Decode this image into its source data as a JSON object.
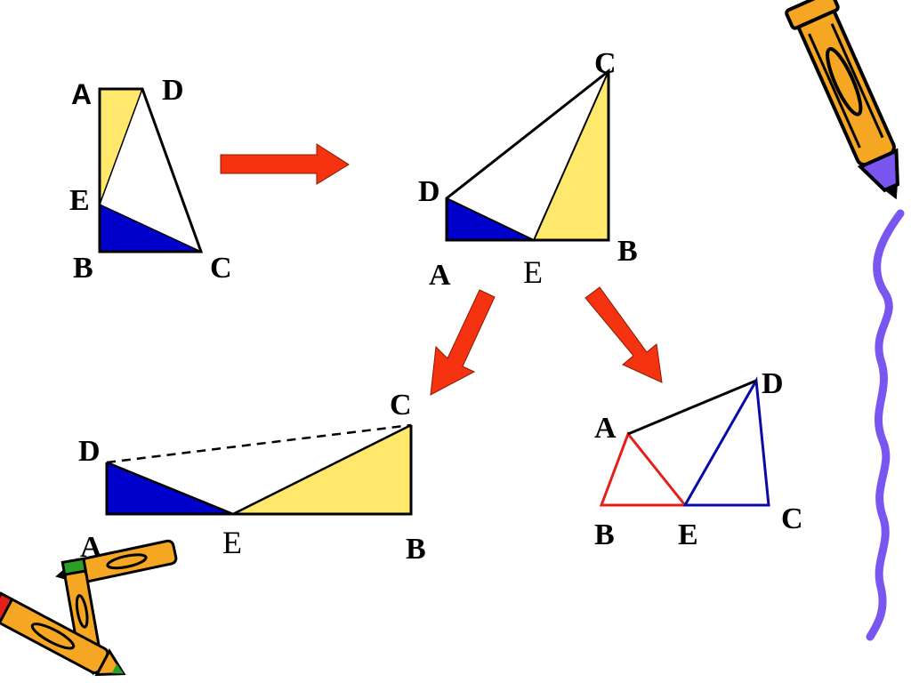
{
  "colors": {
    "yellow": "#FFE86B",
    "blue": "#0000CC",
    "arrow_red": "#F53310",
    "red_line": "#E5201A",
    "blue_line": "#0A0AA8",
    "pencil_orange": "#F5A623",
    "squiggle_purple": "#7A55F0"
  },
  "icons": {
    "top_right": "pencil-icon",
    "bottom_left": "crossed-pencils-icon"
  },
  "figure1": {
    "A": "A",
    "D": "D",
    "E": "E",
    "B": "B",
    "C": "C"
  },
  "figure2": {
    "C": "C",
    "D": "D",
    "A": "A",
    "E": "E",
    "B": "B"
  },
  "figure3": {
    "C": "C",
    "D": "D",
    "A": "A",
    "E": "E",
    "B": "B"
  },
  "figure4": {
    "D": "D",
    "A": "A",
    "B": "B",
    "E": "E",
    "C": "C"
  }
}
